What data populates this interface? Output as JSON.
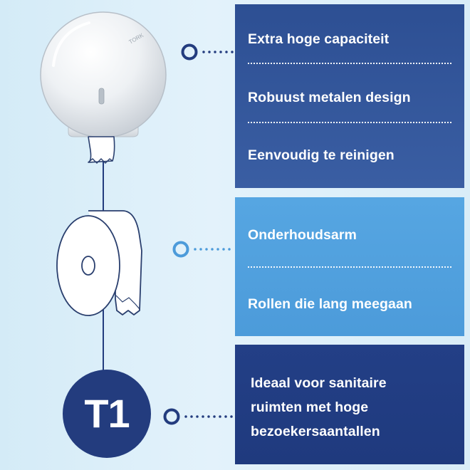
{
  "panel_top": {
    "features": [
      "Extra hoge capaciteit",
      "Robuust metalen design",
      "Eenvoudig te reinigen"
    ]
  },
  "panel_middle": {
    "features": [
      "Onderhoudsarm",
      "Rollen die lang meegaan"
    ]
  },
  "panel_bottom": {
    "lines": [
      "Ideaal voor sanitaire",
      "ruimten met hoge",
      "bezoekersaantallen"
    ]
  },
  "badge": {
    "label": "T1"
  },
  "dispenser": {
    "brand": "TORK"
  },
  "colors": {
    "dark_blue": "#2d4f93",
    "light_blue": "#56a6e2",
    "navy": "#233c7e",
    "background": "#dcedf8"
  },
  "icons": [
    "paper-dispenser-icon",
    "toilet-roll-icon"
  ]
}
